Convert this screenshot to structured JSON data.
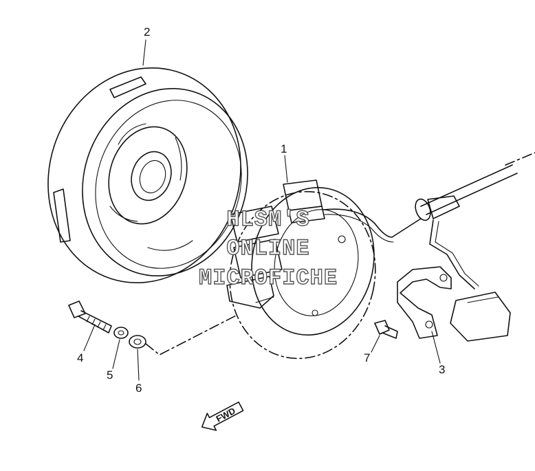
{
  "callouts": {
    "p1": "1",
    "p2": "2",
    "p3": "3",
    "p4": "4",
    "p5": "5",
    "p6": "6",
    "p7": "7"
  },
  "watermark": {
    "line1": "HLSM'S",
    "line2": "ONLINE",
    "line3": "MICROFICHE"
  },
  "direction_marker": {
    "label": "FWD"
  }
}
